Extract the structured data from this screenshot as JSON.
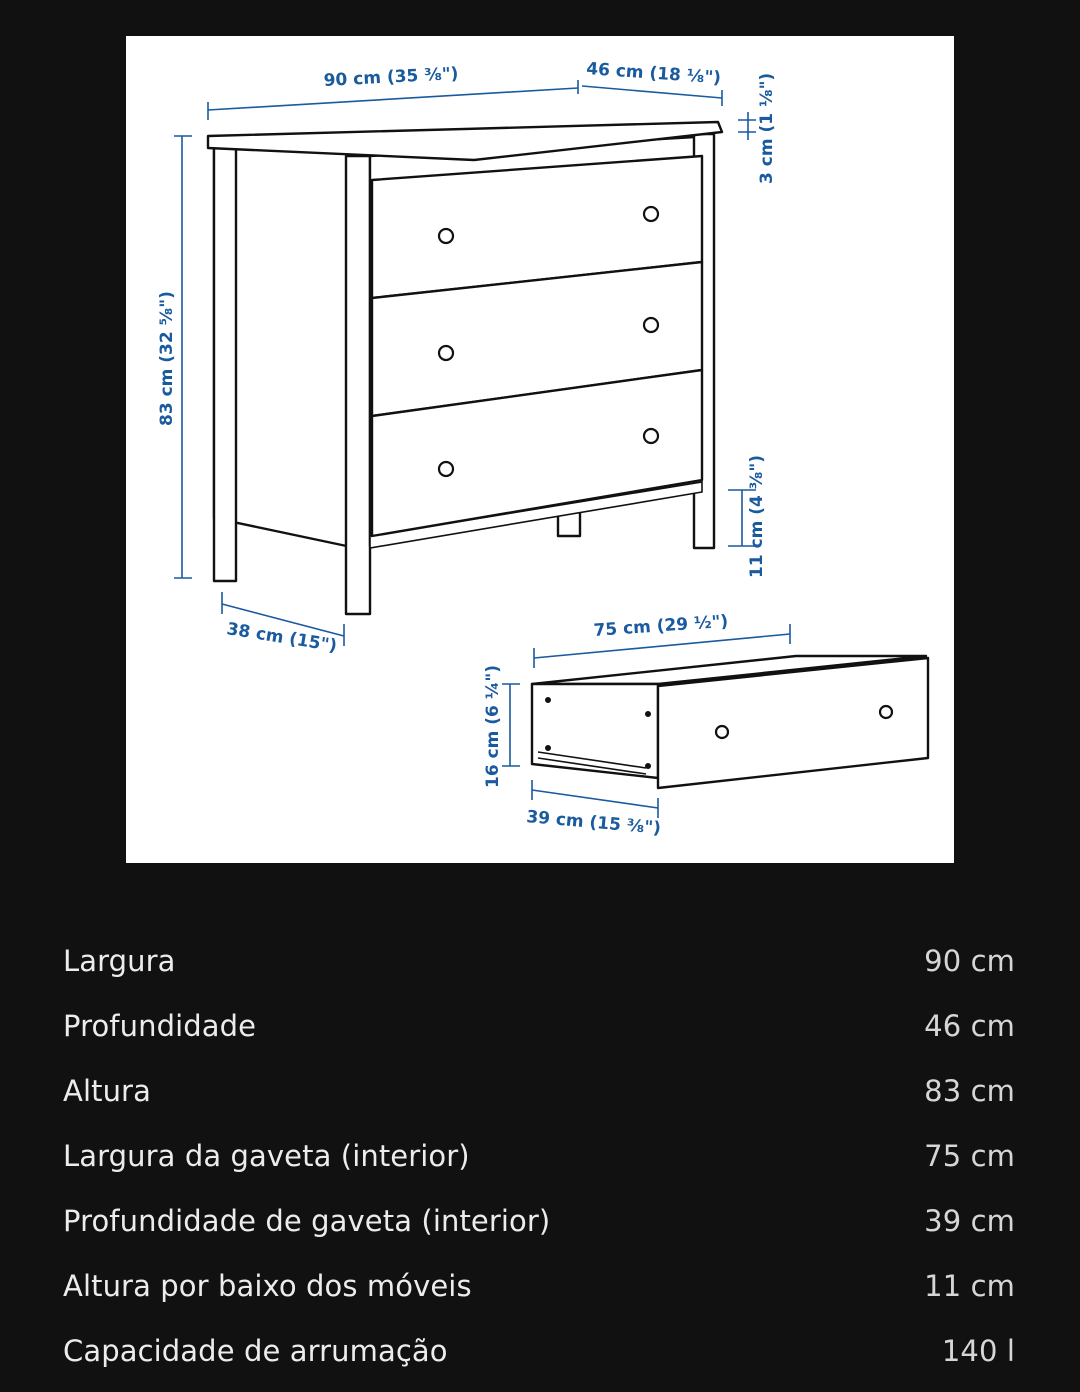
{
  "diagram": {
    "dimensions": {
      "width": "90 cm (35 ⅜\")",
      "depth": "46 cm (18 ⅛\")",
      "top_thickness": "3 cm (1 ⅛\")",
      "height": "83 cm (32 ⅝\")",
      "side_depth": "38 cm (15\")",
      "clearance": "11 cm (4 ⅜\")",
      "drawer_width": "75 cm (29 ½\")",
      "drawer_height": "16 cm (6 ¼\")",
      "drawer_depth": "39 cm (15 ⅜\")"
    }
  },
  "specs": [
    {
      "label": "Largura",
      "value": "90 cm"
    },
    {
      "label": "Profundidade",
      "value": "46 cm"
    },
    {
      "label": "Altura",
      "value": "83 cm"
    },
    {
      "label": "Largura da gaveta (interior)",
      "value": "75 cm"
    },
    {
      "label": "Profundidade de gaveta (interior)",
      "value": "39 cm"
    },
    {
      "label": "Altura por baixo dos móveis",
      "value": "11 cm"
    },
    {
      "label": "Capacidade de arrumação",
      "value": "140 l"
    }
  ]
}
